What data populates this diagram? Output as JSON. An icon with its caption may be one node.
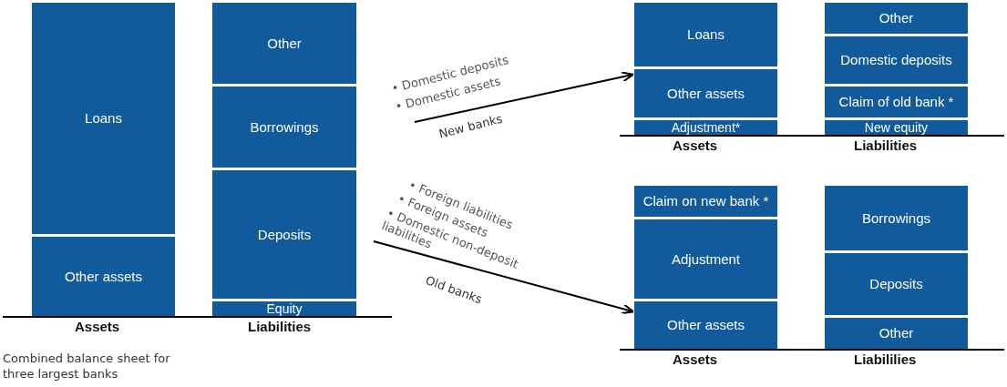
{
  "diagram": {
    "caption": "Combined balance sheet for three largest banks",
    "nodes": [
      {
        "text": [
          "Loans"
        ]
      },
      {
        "text": [
          "Other assets"
        ]
      },
      {
        "text": [
          "Other"
        ]
      },
      {
        "text": [
          "Borrowings"
        ]
      },
      {
        "text": [
          "Deposits"
        ]
      },
      {
        "text": [
          "Equity"
        ]
      },
      {
        "text": [
          "Loans"
        ]
      },
      {
        "text": [
          "Other assets"
        ]
      },
      {
        "text": [
          "Adjustment*"
        ]
      },
      {
        "text": [
          "Other"
        ]
      },
      {
        "text": [
          "Domestic deposits"
        ]
      },
      {
        "text": [
          "Claim of old bank *"
        ]
      },
      {
        "text": [
          "New equity"
        ]
      },
      {
        "text": [
          "Claim on new bank *"
        ]
      },
      {
        "text": [
          "Adjustment"
        ]
      },
      {
        "text": [
          "Other assets"
        ]
      },
      {
        "text": [
          "Borrowings"
        ]
      },
      {
        "text": [
          "Deposits"
        ]
      },
      {
        "text": [
          "Other"
        ]
      }
    ],
    "edges": [
      {
        "from": null,
        "to": 7,
        "arrow": "to",
        "label": "New banks"
      },
      {
        "from": null,
        "to": 15,
        "arrow": "to",
        "label": "Old banks"
      }
    ],
    "labels": [
      "Assets",
      "Liabilities",
      "• Domestic deposits",
      "• Domestic assets",
      "Assets",
      "Liabilities",
      "• Foreign liabilities",
      "• Foreign assets",
      "• Domestic non-deposit liabilities",
      "Assets",
      "Liabililies"
    ]
  }
}
